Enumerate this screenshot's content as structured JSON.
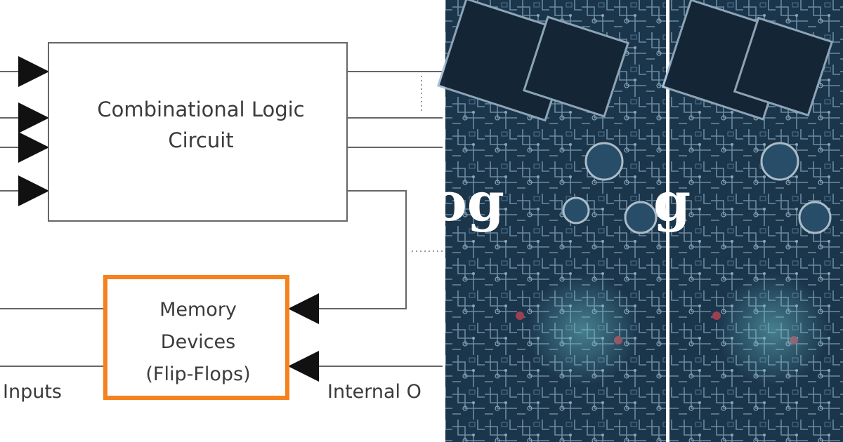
{
  "diagram": {
    "combinational_block": {
      "line1": "Combinational Logic",
      "line2": "Circuit"
    },
    "memory_block": {
      "line1": "Memory",
      "line2": "Devices",
      "line3": "(Flip-Flops)"
    },
    "inputs_label": "Inputs",
    "internal_label": "Internal O",
    "accent_color": "#f5821f"
  },
  "overlay": {
    "fragment_left": "og",
    "fragment_right": "g",
    "panel_color": "#2a4a66"
  }
}
